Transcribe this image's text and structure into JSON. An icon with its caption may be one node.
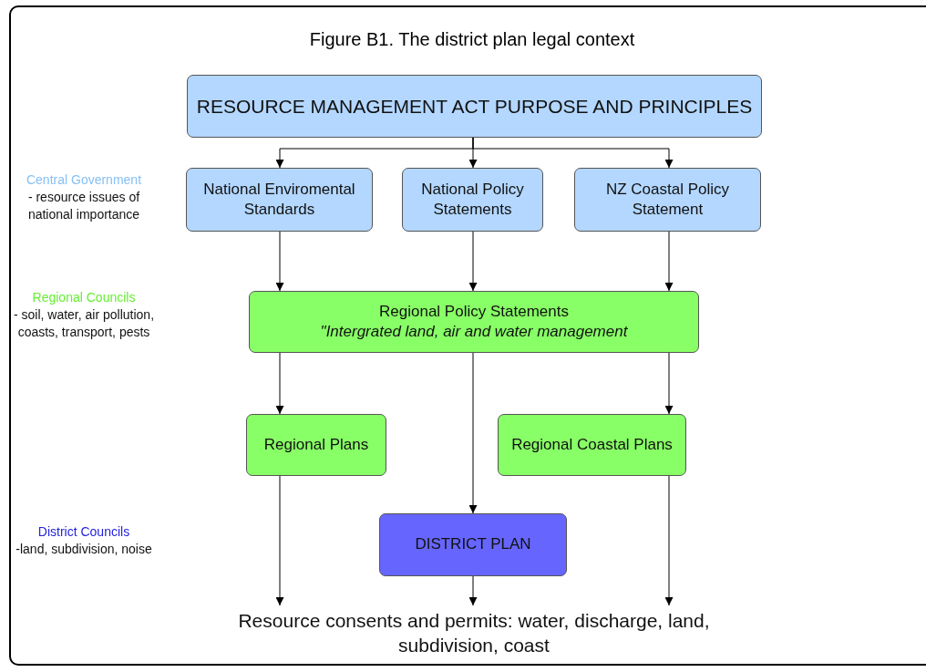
{
  "diagram": {
    "title": "Figure B1. The district plan legal context",
    "nodes": [
      {
        "text": [
          "RESOURCE MANAGEMENT ACT PURPOSE AND PRINCIPLES"
        ]
      },
      {
        "text": [
          "National Enviromental Standards"
        ]
      },
      {
        "text": [
          "National Policy Statements"
        ]
      },
      {
        "text": [
          "NZ Coastal Policy Statement"
        ]
      },
      {
        "text": [
          "Regional Policy Statements",
          "\"Intergrated land, air and water management"
        ]
      },
      {
        "text": [
          "Regional Plans"
        ]
      },
      {
        "text": [
          "Regional Coastal Plans"
        ]
      },
      {
        "text": [
          "DISTRICT PLAN"
        ]
      },
      {
        "text": [
          "Resource consents and permits: water, discharge, land, subdivision, coast"
        ]
      }
    ],
    "edges": [
      {
        "from": 0,
        "to": 1,
        "arrow": "to"
      },
      {
        "from": 0,
        "to": 2,
        "arrow": "to"
      },
      {
        "from": 0,
        "to": 3,
        "arrow": "to"
      },
      {
        "from": 1,
        "to": 4,
        "arrow": "to"
      },
      {
        "from": 2,
        "to": 4,
        "arrow": "to"
      },
      {
        "from": 3,
        "to": 4,
        "arrow": "to"
      },
      {
        "from": 4,
        "to": 5,
        "arrow": "to"
      },
      {
        "from": 4,
        "to": 7,
        "arrow": "to"
      },
      {
        "from": 4,
        "to": 6,
        "arrow": "to"
      },
      {
        "from": 5,
        "to": 8,
        "arrow": "to"
      },
      {
        "from": 7,
        "to": 8,
        "arrow": "to"
      },
      {
        "from": 6,
        "to": 8,
        "arrow": "to"
      }
    ],
    "labels": [
      "Central Government",
      "- resource issues of national importance",
      "Regional Councils",
      "- soil, water, air pollution, coasts, transport, pests",
      "District Councils",
      "-land, subdivision, noise"
    ]
  }
}
